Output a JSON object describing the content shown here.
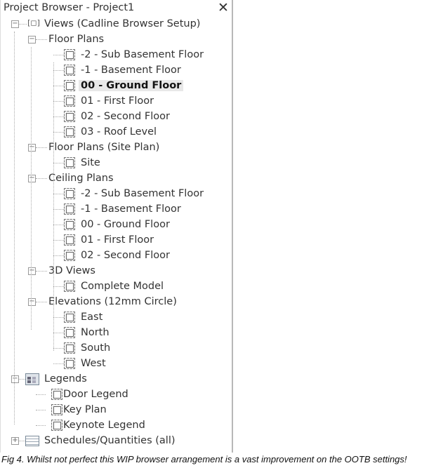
{
  "panel": {
    "title": "Project Browser - Project1",
    "close_icon": "close-x-icon"
  },
  "tree": [
    {
      "label": "Views (Cadline Browser Setup)",
      "level": 0,
      "icon": "views-icon",
      "toggle": "-"
    },
    {
      "label": "Floor Plans",
      "level": 1,
      "toggle": "-"
    },
    {
      "label": "-2 - Sub Basement Floor",
      "level": 2,
      "icon": "view-icon"
    },
    {
      "label": "-1 - Basement Floor",
      "level": 2,
      "icon": "view-icon"
    },
    {
      "label": "00 - Ground Floor",
      "level": 2,
      "icon": "view-icon",
      "selected": true
    },
    {
      "label": "01 - First Floor",
      "level": 2,
      "icon": "view-icon"
    },
    {
      "label": "02 - Second Floor",
      "level": 2,
      "icon": "view-icon"
    },
    {
      "label": "03 - Roof Level",
      "level": 2,
      "icon": "view-icon"
    },
    {
      "label": "Floor Plans (Site Plan)",
      "level": 1,
      "toggle": "-"
    },
    {
      "label": "Site",
      "level": 2,
      "icon": "view-icon"
    },
    {
      "label": "Ceiling Plans",
      "level": 1,
      "toggle": "-"
    },
    {
      "label": "-2 - Sub Basement Floor",
      "level": 2,
      "icon": "view-icon"
    },
    {
      "label": "-1 - Basement Floor",
      "level": 2,
      "icon": "view-icon"
    },
    {
      "label": "00 - Ground Floor",
      "level": 2,
      "icon": "view-icon"
    },
    {
      "label": "01 - First Floor",
      "level": 2,
      "icon": "view-icon"
    },
    {
      "label": "02 - Second Floor",
      "level": 2,
      "icon": "view-icon"
    },
    {
      "label": "3D Views",
      "level": 1,
      "toggle": "-"
    },
    {
      "label": "Complete Model",
      "level": 2,
      "icon": "view-icon"
    },
    {
      "label": "Elevations (12mm Circle)",
      "level": 1,
      "toggle": "-"
    },
    {
      "label": "East",
      "level": 2,
      "icon": "view-icon"
    },
    {
      "label": "North",
      "level": 2,
      "icon": "view-icon"
    },
    {
      "label": "South",
      "level": 2,
      "icon": "view-icon"
    },
    {
      "label": "West",
      "level": 2,
      "icon": "view-icon"
    },
    {
      "label": "Legends",
      "level": 0,
      "icon": "legend-icon",
      "toggle": "-"
    },
    {
      "label": "Door Legend",
      "level": 1,
      "icon": "view-icon"
    },
    {
      "label": "Key Plan",
      "level": 1,
      "icon": "view-icon"
    },
    {
      "label": "Keynote Legend",
      "level": 1,
      "icon": "view-icon"
    },
    {
      "label": "Schedules/Quantities (all)",
      "level": 0,
      "icon": "schedule-icon",
      "toggle": "+"
    }
  ],
  "caption": "Fig 4. Whilst not perfect this WIP browser arrangement is a vast improvement on the OOTB settings!"
}
